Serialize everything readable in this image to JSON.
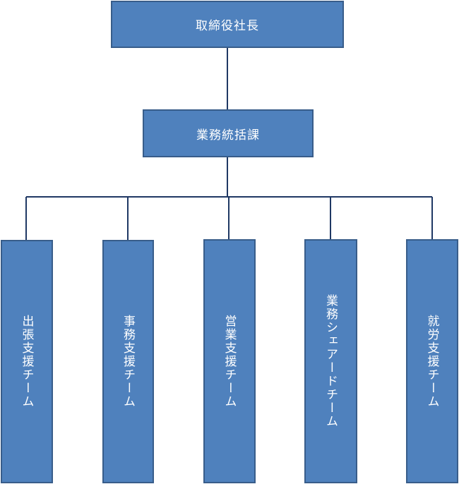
{
  "org_chart": {
    "top": {
      "label": "取締役社長"
    },
    "middle": {
      "label": "業務統括課"
    },
    "teams": [
      {
        "label": "出張支援チーム"
      },
      {
        "label": "事務支援チーム"
      },
      {
        "label": "営業支援チーム"
      },
      {
        "label": "業務シェアードチーム"
      },
      {
        "label": "就労支援チーム"
      }
    ]
  },
  "colors": {
    "box_fill": "#4f81bd",
    "box_border": "#385d8a",
    "connector": "#1f3864",
    "text": "#ffffff"
  }
}
